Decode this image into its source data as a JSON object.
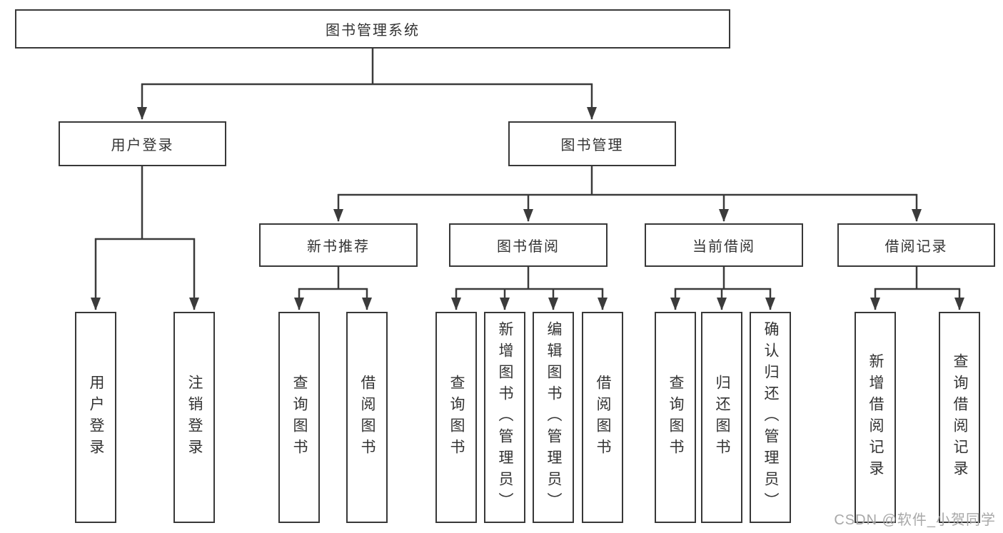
{
  "tree": {
    "label": "图书管理系统",
    "children": [
      {
        "label": "用户登录",
        "children": [
          {
            "label": "用户登录"
          },
          {
            "label": "注销登录"
          }
        ]
      },
      {
        "label": "图书管理",
        "children": [
          {
            "label": "新书推荐",
            "children": [
              {
                "label": "查询图书"
              },
              {
                "label": "借阅图书"
              }
            ]
          },
          {
            "label": "图书借阅",
            "children": [
              {
                "label": "查询图书"
              },
              {
                "label": "新增图书（管理员）"
              },
              {
                "label": "编辑图书（管理员）"
              },
              {
                "label": "借阅图书"
              }
            ]
          },
          {
            "label": "当前借阅",
            "children": [
              {
                "label": "查询图书"
              },
              {
                "label": "归还图书"
              },
              {
                "label": "确认归还（管理员）"
              }
            ]
          },
          {
            "label": "借阅记录",
            "children": [
              {
                "label": "新增借阅记录"
              },
              {
                "label": "查询借阅记录"
              }
            ]
          }
        ]
      }
    ]
  },
  "watermark": "CSDN @软件_小贺同学",
  "colors": {
    "line": "#3b3b3b",
    "box_border": "#383838",
    "text": "#333333",
    "watermark": "#a8a8a8"
  }
}
